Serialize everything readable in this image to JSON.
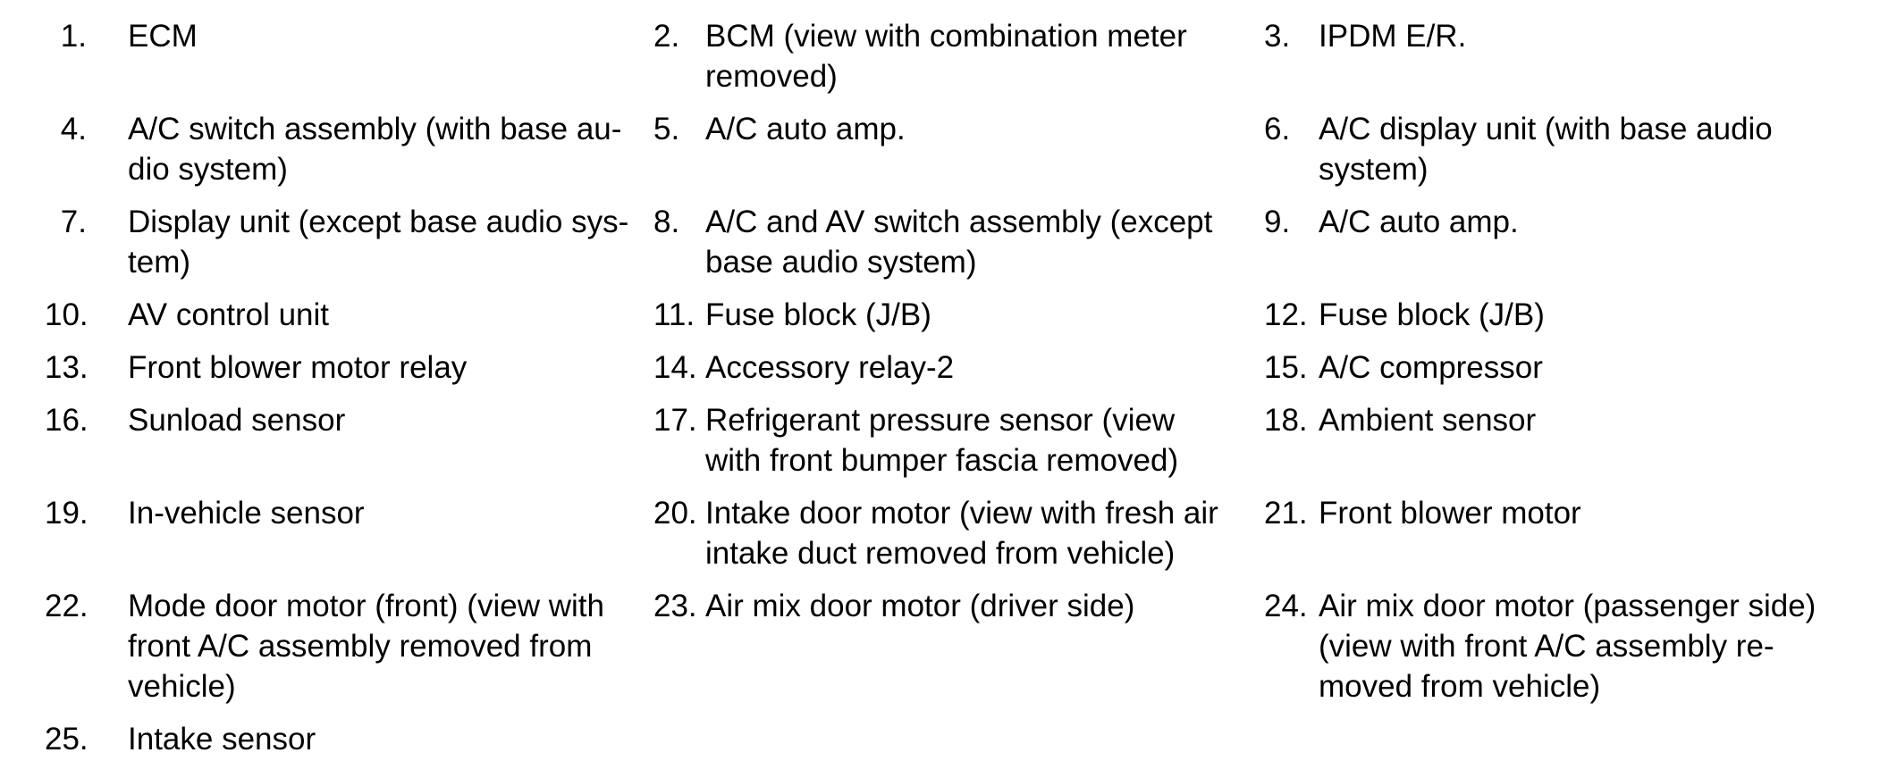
{
  "colors": {
    "text": "#000000",
    "background": "#ffffff"
  },
  "figure_legend": {
    "rows": [
      {
        "items": [
          {
            "num": "1.",
            "lines": [
              "ECM"
            ]
          },
          {
            "num": "2.",
            "lines": [
              "BCM (view with combination meter",
              "removed)"
            ]
          },
          {
            "num": "3.",
            "lines": [
              "IPDM E/R."
            ]
          }
        ]
      },
      {
        "items": [
          {
            "num": "4.",
            "lines": [
              "A/C switch assembly (with base au-",
              "dio system)"
            ]
          },
          {
            "num": "5.",
            "lines": [
              "A/C auto amp."
            ]
          },
          {
            "num": "6.",
            "lines": [
              "A/C display unit (with base audio",
              "system)"
            ]
          }
        ]
      },
      {
        "items": [
          {
            "num": "7.",
            "lines": [
              "Display unit (except base audio sys-",
              "tem)"
            ]
          },
          {
            "num": "8.",
            "lines": [
              "A/C and AV switch assembly (except",
              "base audio system)"
            ]
          },
          {
            "num": "9.",
            "lines": [
              "A/C auto amp."
            ]
          }
        ]
      },
      {
        "items": [
          {
            "num": "10.",
            "lines": [
              "AV control unit"
            ]
          },
          {
            "num": "11.",
            "lines": [
              "Fuse block (J/B)"
            ]
          },
          {
            "num": "12.",
            "lines": [
              "Fuse block (J/B)"
            ]
          }
        ]
      },
      {
        "items": [
          {
            "num": "13.",
            "lines": [
              "Front blower motor relay"
            ]
          },
          {
            "num": "14.",
            "lines": [
              "Accessory relay-2"
            ]
          },
          {
            "num": "15.",
            "lines": [
              "A/C compressor"
            ]
          }
        ]
      },
      {
        "items": [
          {
            "num": "16.",
            "lines": [
              "Sunload sensor"
            ]
          },
          {
            "num": "17.",
            "lines": [
              "Refrigerant pressure sensor (view",
              "with front bumper fascia removed)"
            ]
          },
          {
            "num": "18.",
            "lines": [
              "Ambient sensor"
            ]
          }
        ]
      },
      {
        "items": [
          {
            "num": "19.",
            "lines": [
              "In-vehicle sensor"
            ]
          },
          {
            "num": "20.",
            "lines": [
              "Intake door motor (view with fresh air",
              "intake duct removed from vehicle)"
            ]
          },
          {
            "num": "21.",
            "lines": [
              "Front blower motor"
            ]
          }
        ]
      },
      {
        "items": [
          {
            "num": "22.",
            "lines": [
              "Mode door motor (front) (view with",
              "front A/C assembly removed from",
              "vehicle)"
            ]
          },
          {
            "num": "23.",
            "lines": [
              "Air mix door motor (driver side)"
            ]
          },
          {
            "num": "24.",
            "lines": [
              "Air mix door motor (passenger side)",
              "(view with front A/C assembly re-",
              "moved from vehicle)"
            ]
          }
        ]
      },
      {
        "items": [
          {
            "num": "25.",
            "lines": [
              "Intake sensor"
            ]
          }
        ]
      }
    ]
  }
}
